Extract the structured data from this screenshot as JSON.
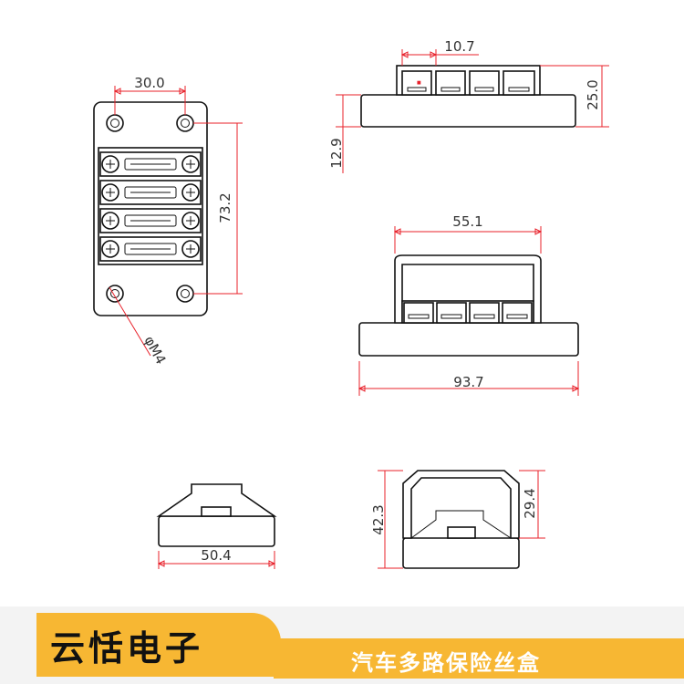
{
  "dimensions": {
    "top_width": "30.0",
    "top_height": "73.2",
    "hole": "φM4",
    "slot_pitch": "10.7",
    "base_thickness": "12.9",
    "side_height": "25.0",
    "cover_width": "55.1",
    "base_length": "93.7",
    "end_width": "50.4",
    "end_total_height": "42.3",
    "end_cover_height": "29.4"
  },
  "footer": {
    "brand": "云恬电子",
    "product": "汽车多路保险丝盒"
  },
  "colors": {
    "accent": "#f7b733",
    "dimension_line": "#e8202a"
  }
}
